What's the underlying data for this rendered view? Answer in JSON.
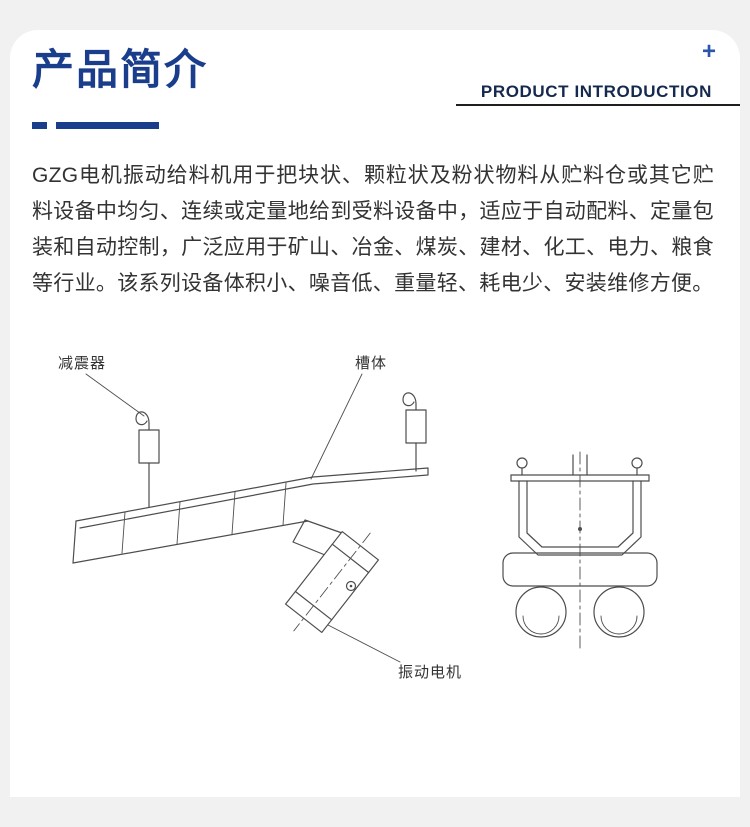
{
  "theme": {
    "accent": "#1b3e8c",
    "text": "#333333",
    "line": "#4d4d4d",
    "bg": "#f1f1f1",
    "card": "#ffffff",
    "navy": "#15294e",
    "rule": "#1f1f1f"
  },
  "header": {
    "title": "产品简介",
    "subtitle": "PRODUCT INTRODUCTION",
    "plus": "+"
  },
  "intro": {
    "paragraph": "GZG电机振动给料机用于把块状、颗粒状及粉状物料从贮料仓或其它贮料设备中均匀、连续或定量地给到受料设备中，适应于自动配料、定量包装和自动控制，广泛应用于矿山、冶金、煤炭、建材、化工、电力、粮食等行业。该系列设备体积小、噪音低、重量轻、耗电少、安装维修方便。"
  },
  "diagram": {
    "labels": {
      "damper": "减震器",
      "trough": "槽体",
      "motor": "振动电机"
    }
  }
}
